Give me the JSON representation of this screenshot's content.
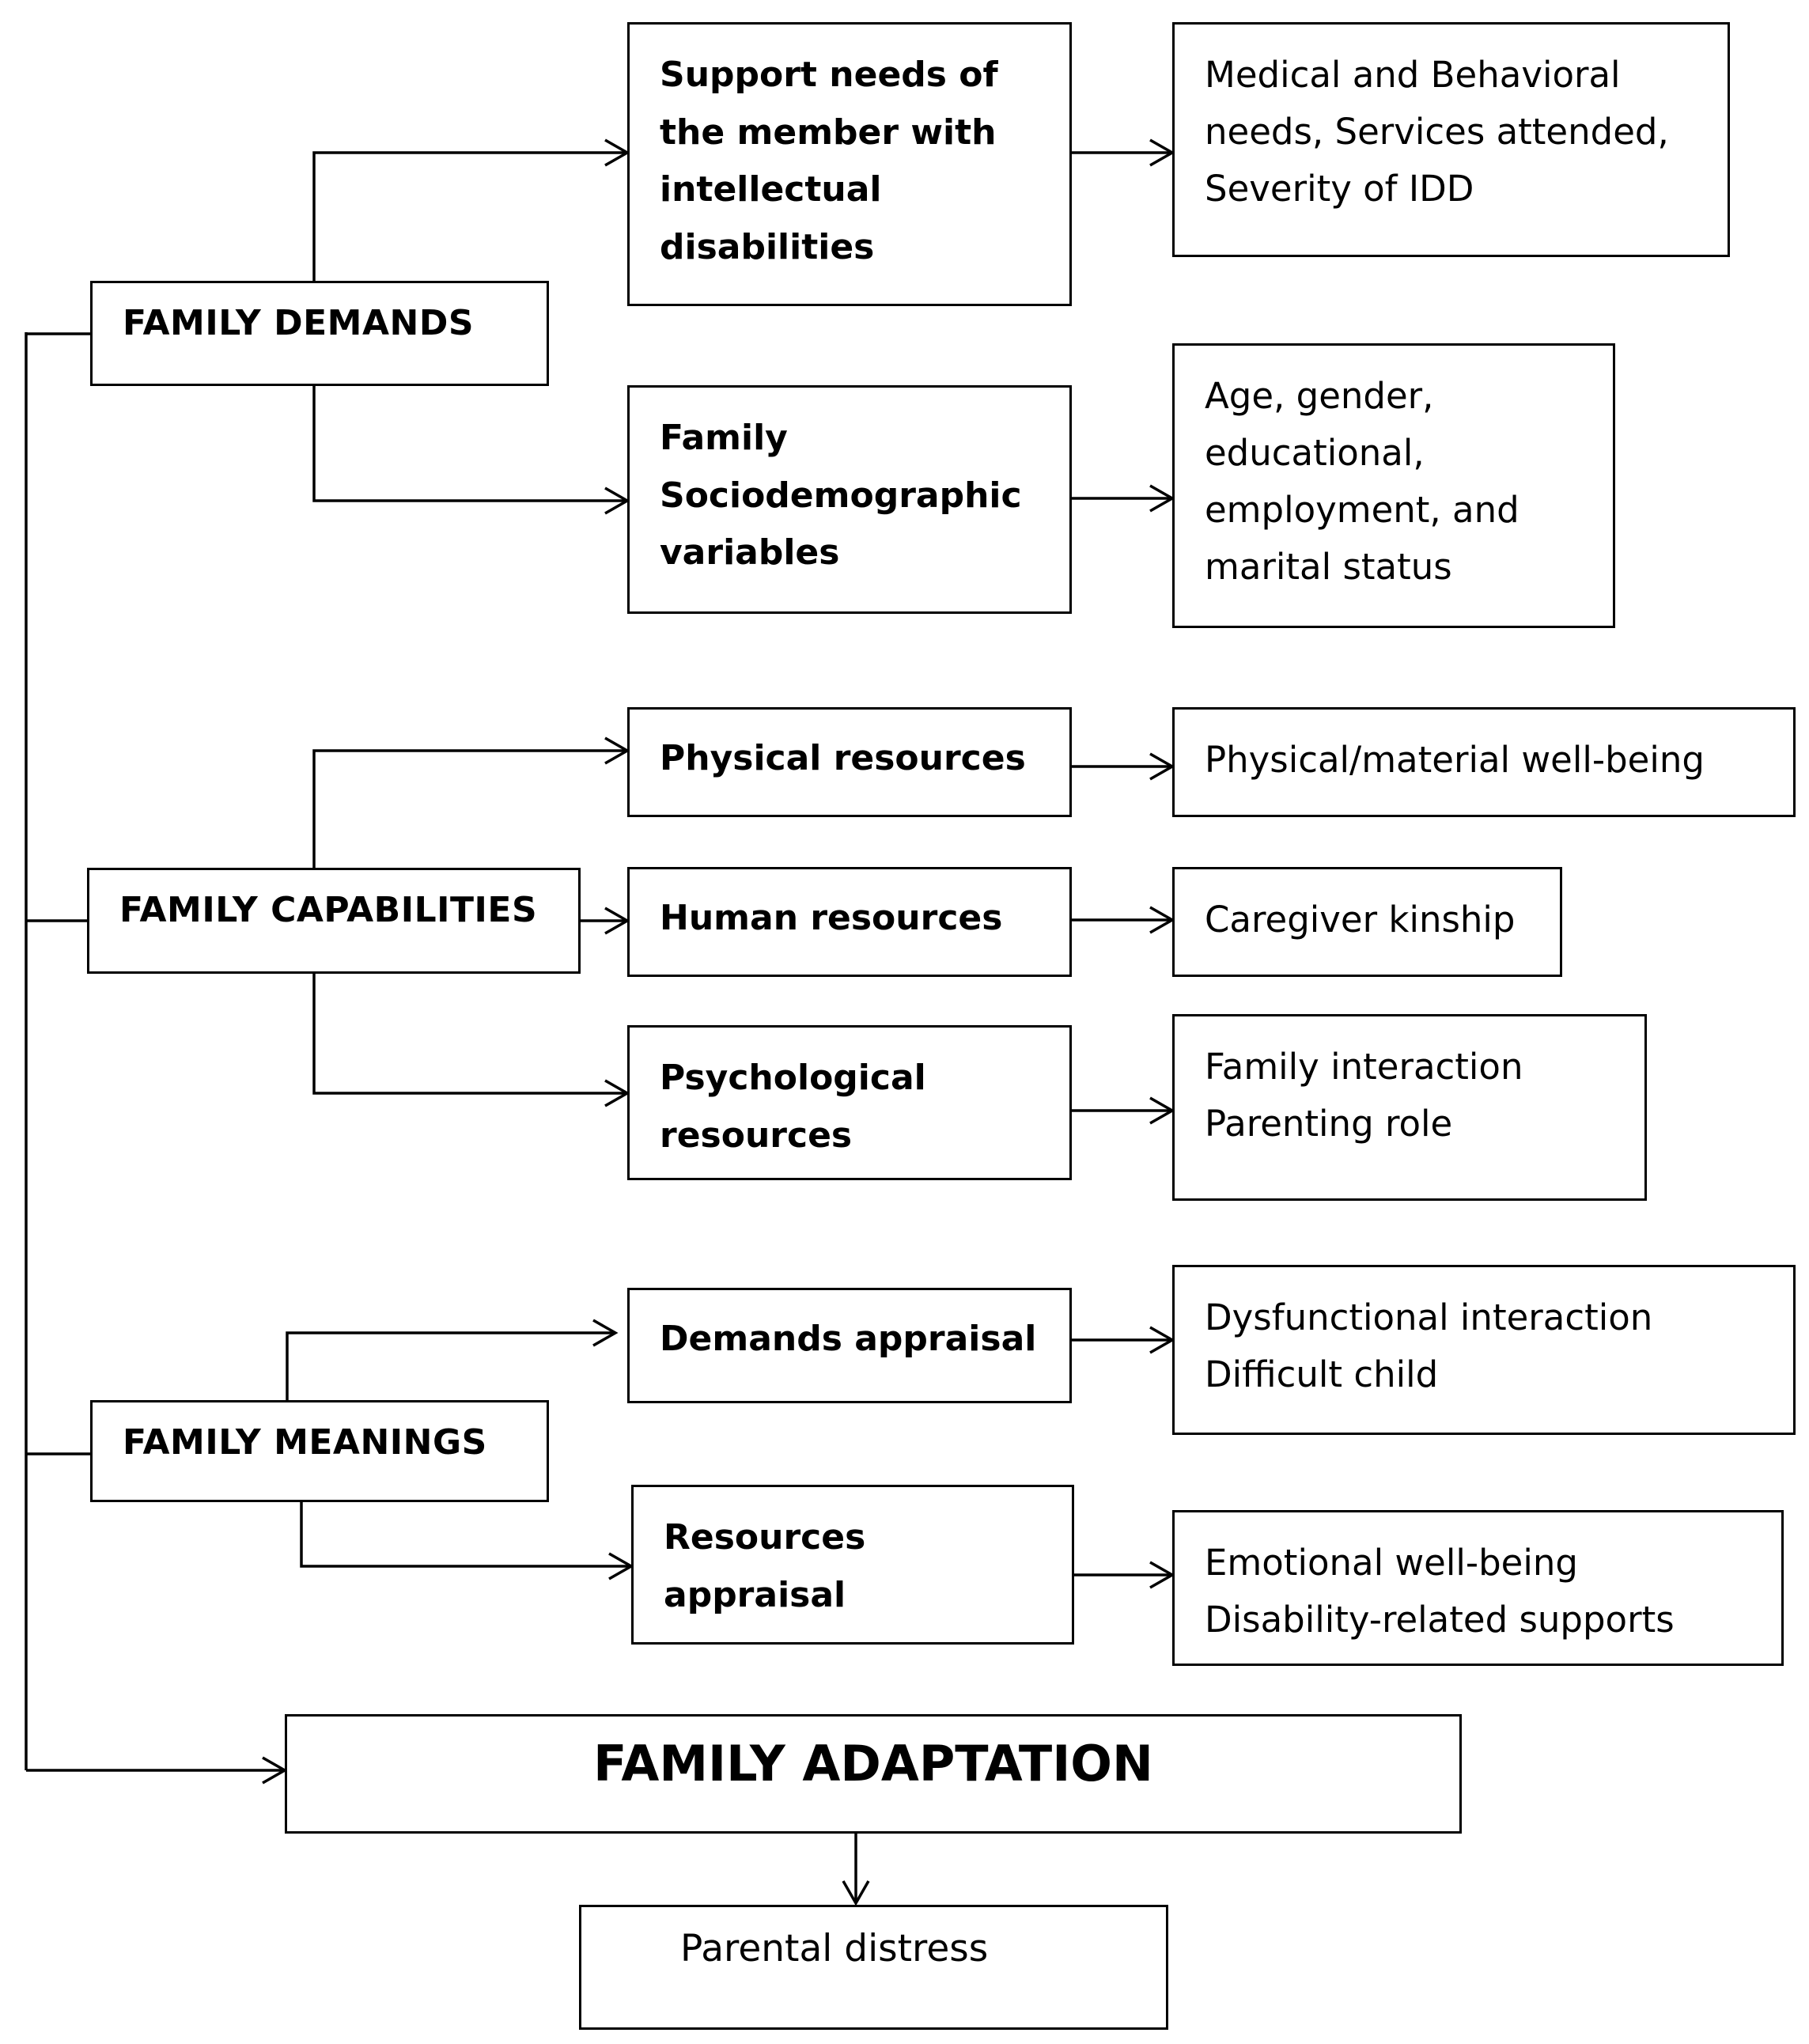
{
  "domains": [
    {
      "label": "FAMILY DEMANDS",
      "branches": [
        {
          "label": "Support needs of\nthe member with\nintellectual\ndisabilities",
          "detail": "Medical and Behavioral\nneeds, Services attended,\nSeverity of IDD"
        },
        {
          "label": "Family\nSociodemographic\nvariables",
          "detail": "Age, gender,\neducational,\nemployment, and\nmarital status"
        }
      ]
    },
    {
      "label": "FAMILY CAPABILITIES",
      "branches": [
        {
          "label": "Physical  resources",
          "detail": "Physical/material well-being"
        },
        {
          "label": "Human resources",
          "detail": "Caregiver kinship"
        },
        {
          "label": "Psychological\nresources",
          "detail": "Family interaction\nParenting role"
        }
      ]
    },
    {
      "label": "FAMILY MEANINGS",
      "branches": [
        {
          "label": "Demands appraisal",
          "detail": "Dysfunctional interaction\nDifficult child"
        },
        {
          "label": "Resources\nappraisal",
          "detail": "Emotional well-being\nDisability-related supports"
        }
      ]
    }
  ],
  "adaptation": {
    "label": "FAMILY ADAPTATION"
  },
  "outcome": {
    "label": "Parental distress"
  }
}
